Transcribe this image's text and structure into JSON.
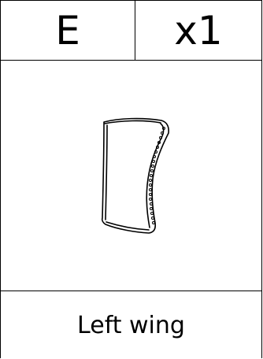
{
  "part": {
    "letter": "E",
    "quantity": "x1",
    "name": "Left wing",
    "icon": "left-wing-part-icon"
  }
}
